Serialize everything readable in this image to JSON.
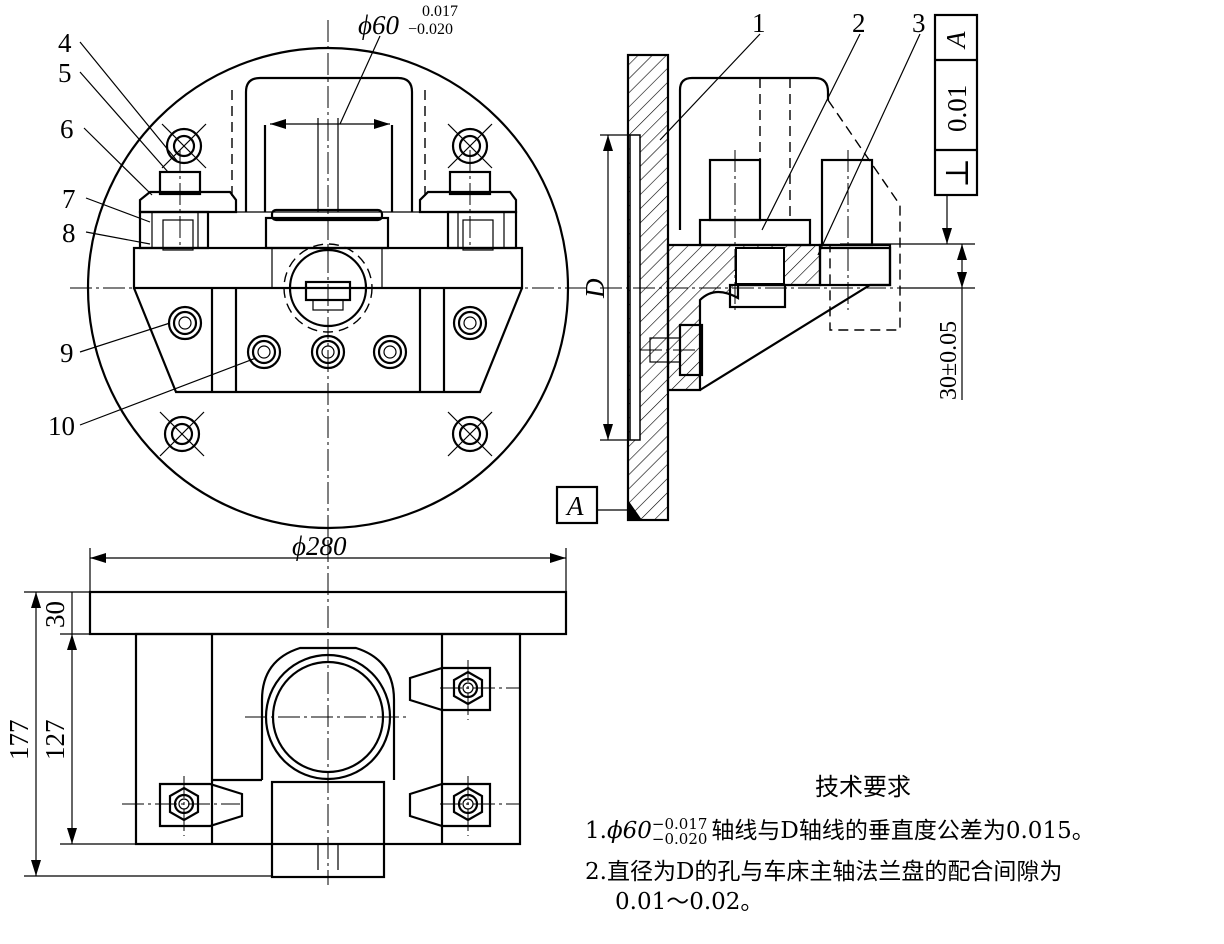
{
  "front_view": {
    "dim_bore": {
      "symbol": "ϕ60",
      "upper": "0.017",
      "lower": "−0.020"
    },
    "part_numbers": [
      "4",
      "5",
      "6",
      "7",
      "8",
      "9",
      "10"
    ]
  },
  "side_view": {
    "part_numbers": [
      "1",
      "2",
      "3"
    ],
    "dim_D": "D",
    "datum_label": "A",
    "tolerance_frame": {
      "symbol": "⊥",
      "value": "0.01",
      "datum": "A"
    },
    "dim_offset": "30±0.05"
  },
  "bottom_view": {
    "dim_diameter": "ϕ280",
    "dim_total_height": "177",
    "dim_body_height": "127",
    "dim_plate_thickness": "30"
  },
  "tech_requirements": {
    "title": "技术要求",
    "item1_prefix": "1.",
    "item1_symbol": "ϕ60",
    "item1_upper": "−0.017",
    "item1_lower": "−0.020",
    "item1_text": "轴线与D轴线的垂直度公差为0.015。",
    "item2_line1": "2.直径为D的孔与车床主轴法兰盘的配合间隙为",
    "item2_line2": "0.01～0.02。"
  }
}
